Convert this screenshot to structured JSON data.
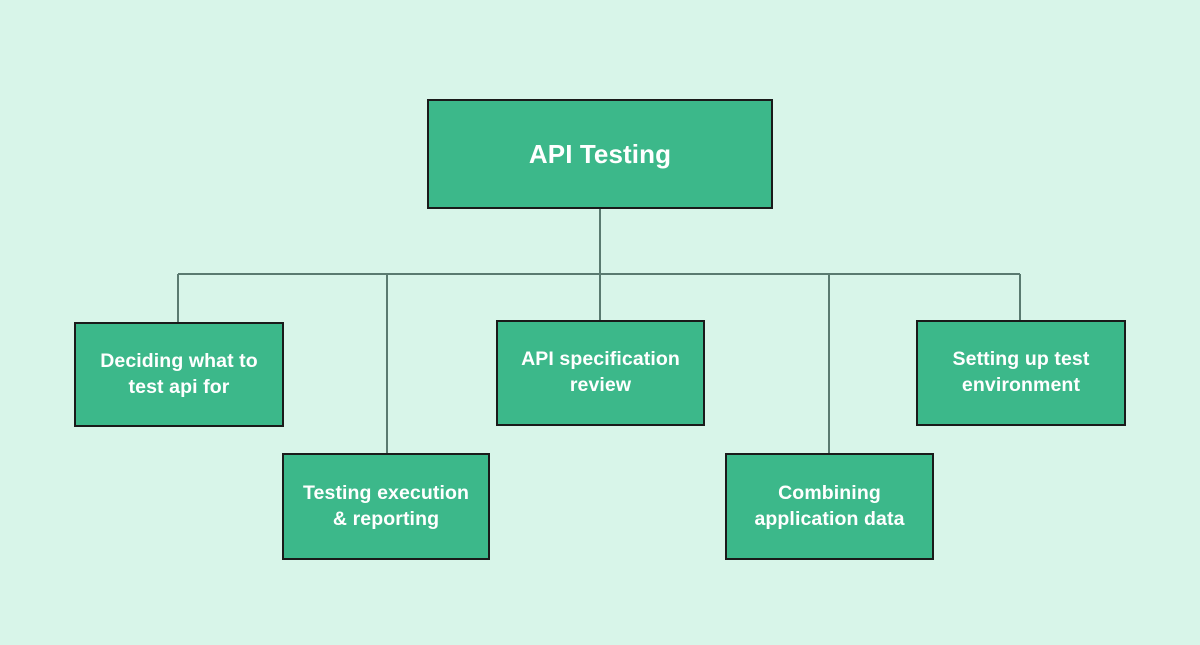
{
  "diagram": {
    "type": "hierarchy-tree",
    "title": "API Testing",
    "background_color": "#d8f5e9",
    "node_fill_color": "#3cb88a",
    "node_border_color": "#1a1a1a",
    "node_text_color": "#ffffff",
    "connector_color": "#5a7a70",
    "root": {
      "label": "API Testing"
    },
    "children": [
      {
        "id": "deciding",
        "label": "Deciding what to\ntest api for"
      },
      {
        "id": "testing-execution",
        "label": "Testing execution\n& reporting"
      },
      {
        "id": "api-specification",
        "label": "API specification\nreview"
      },
      {
        "id": "combining",
        "label": "Combining\napplication data"
      },
      {
        "id": "setting-up",
        "label": "Setting up test\nenvironment"
      }
    ]
  }
}
